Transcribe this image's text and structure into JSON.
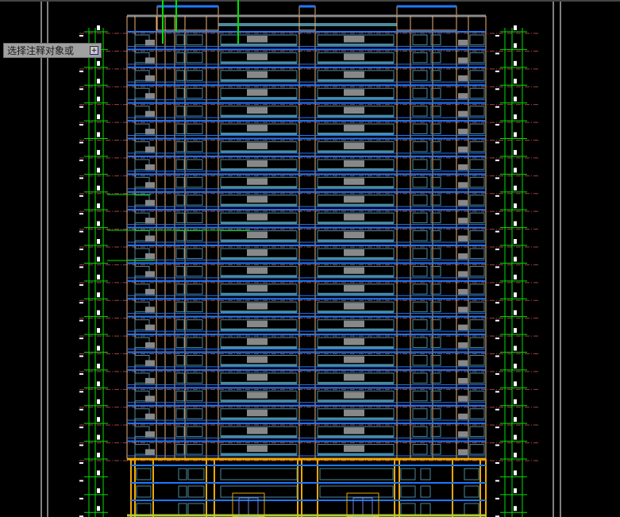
{
  "command_prompt": {
    "text": "选择注释对象或",
    "expand_icon": "plus-box-icon"
  },
  "drawing": {
    "type": "building-elevation",
    "typical_floors": 24,
    "podium_floors": 3,
    "colors": {
      "background": "#000000",
      "floor_line": "#1e78ff",
      "window": "#4a8ca0",
      "column": "#f0b070",
      "podium": "#f0a800",
      "dimension": "#00e000",
      "axis": "#a04040",
      "roof": "#8a8a8a",
      "door": "#7080e0",
      "frame": "#ffffff"
    }
  }
}
